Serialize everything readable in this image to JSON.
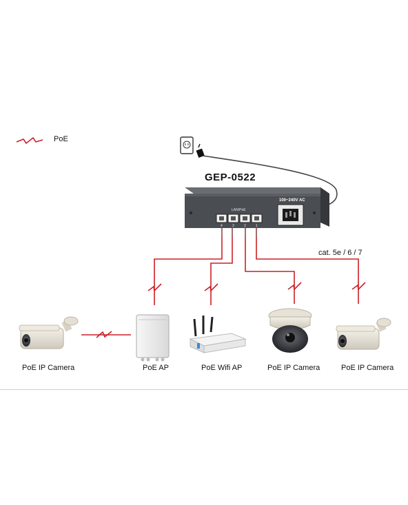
{
  "legend": {
    "label": "PoE"
  },
  "switch": {
    "model": "GEP-0522",
    "port_label": "LAN/PoE",
    "port_numbers": [
      "4",
      "3",
      "2",
      "1"
    ],
    "power_label": "100~240V AC"
  },
  "cable_label": "cat. 5e / 6 / 7",
  "devices": [
    {
      "label": "PoE IP Camera"
    },
    {
      "label": "PoE AP"
    },
    {
      "label": "PoE Wifi AP"
    },
    {
      "label": "PoE IP Camera"
    },
    {
      "label": "PoE IP Camera"
    }
  ],
  "colors": {
    "poe_line": "#cc1f26",
    "cable": "#555555",
    "switch_body": "#4a4d52"
  },
  "icons": {
    "poe": "lightning-bolt-icon",
    "outlet": "power-outlet-icon",
    "plug": "power-plug-icon"
  }
}
